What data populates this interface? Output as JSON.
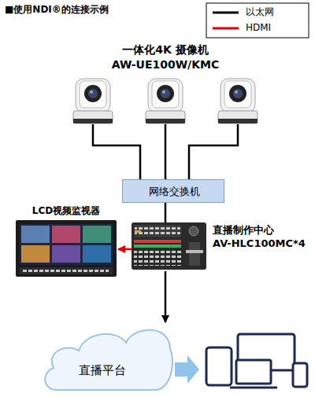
{
  "diagram": {
    "title": "■使用NDI®的连接示例",
    "nodes": [
      {
        "text": [
          "一体化4K 摄像机",
          "AW-UE100W/KMC"
        ]
      },
      {
        "text": [
          "网络交换机"
        ]
      },
      {
        "text": [
          "直播制作中心",
          "AV-HLC100MC*4"
        ]
      },
      {
        "text": [
          "LCD视频监视器"
        ]
      },
      {
        "text": [
          "直播平台"
        ]
      }
    ],
    "edges": [
      {
        "from": 0,
        "to": 1,
        "arrow": "none"
      },
      {
        "from": 1,
        "to": 2,
        "arrow": "none"
      },
      {
        "from": 2,
        "to": 3,
        "arrow": "to"
      },
      {
        "from": 2,
        "to": 4,
        "arrow": "to"
      }
    ],
    "legend": [
      {
        "text": "以太网"
      },
      {
        "text": "HDMI"
      }
    ]
  }
}
